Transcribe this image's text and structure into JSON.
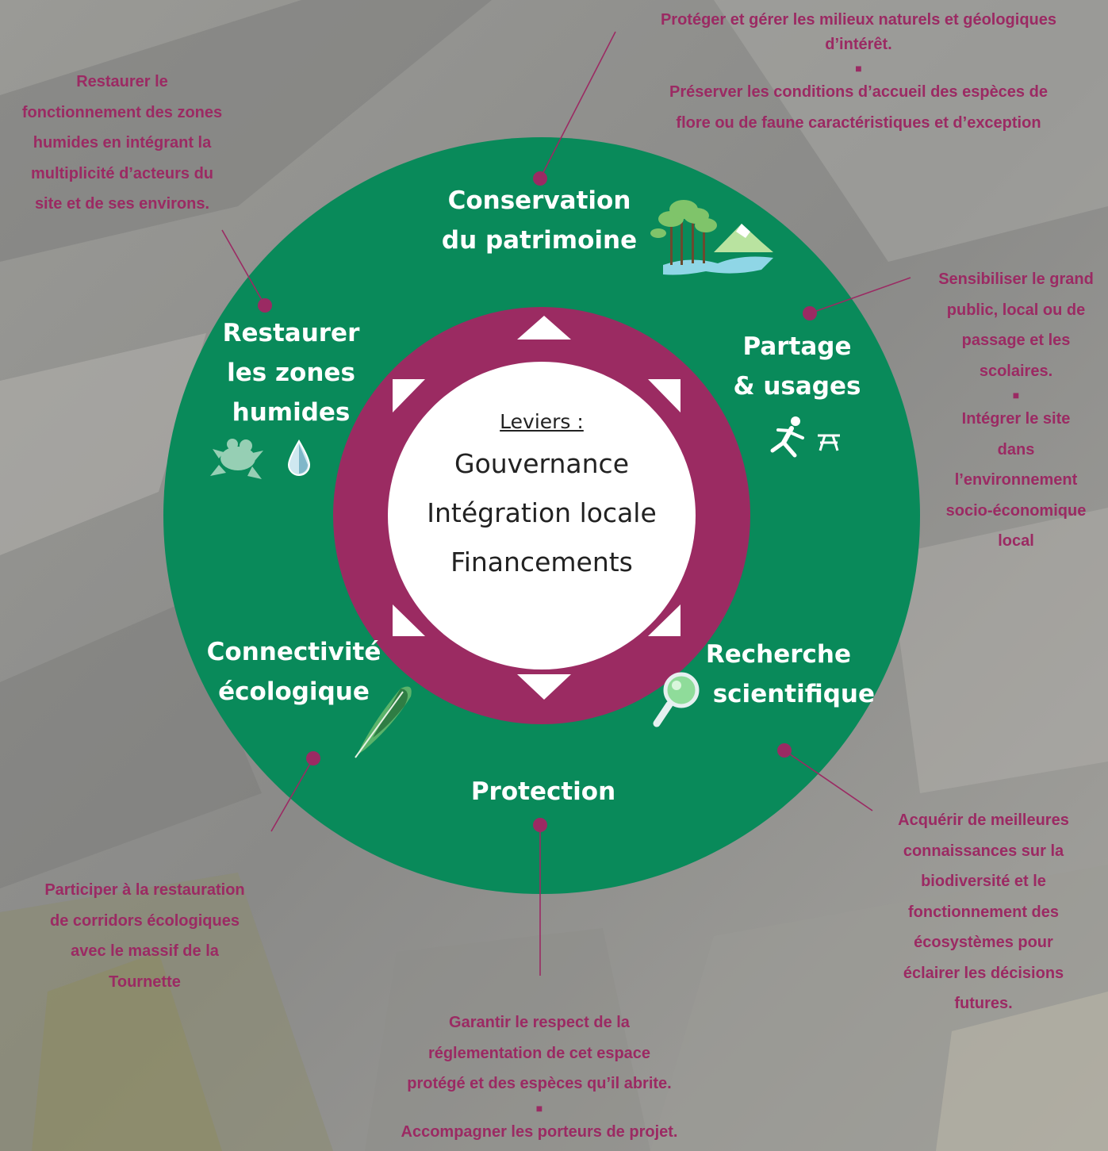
{
  "center": {
    "heading": "Leviers :",
    "items": [
      "Gouvernance",
      "Intégration locale",
      "Financements"
    ]
  },
  "segments": {
    "conservation": [
      "Conservation",
      "du patrimoine"
    ],
    "partage": [
      "Partage",
      "& usages"
    ],
    "recherche": [
      "Recherche",
      "scientifique"
    ],
    "protection": "Protection",
    "connectivite": [
      "Connectivité",
      "écologique"
    ],
    "restaurer": [
      "Restaurer",
      "les zones",
      "humides"
    ]
  },
  "notes": {
    "top_right": [
      "Protéger et gérer les milieux naturels et géologiques",
      "d’intérêt.",
      "Préserver les conditions d’accueil des espèces de",
      "flore ou de faune caractéristiques et d’exception"
    ],
    "top_left": [
      "Restaurer le",
      "fonctionnement des zones",
      "humides en intégrant la",
      "multiplicité d’acteurs du",
      "site et de ses environs."
    ],
    "right": [
      "Sensibiliser le grand",
      "public, local ou de",
      "passage et les",
      "scolaires.",
      "Intégrer le site",
      "dans",
      "l’environnement",
      "socio-économique",
      "local"
    ],
    "bottom_right": [
      "Acquérir de meilleures",
      "connaissances sur la",
      "biodiversité et le",
      "fonctionnement des",
      "écosystèmes pour",
      "éclairer les décisions",
      "futures."
    ],
    "bottom_left": [
      "Participer à la restauration",
      "de corridors écologiques",
      "avec le massif de la",
      "Tournette"
    ],
    "bottom": [
      "Garantir le respect de la",
      "réglementation de cet espace",
      "protégé et des espèces qu’il abrite.",
      "Accompagner les porteurs de projet."
    ],
    "separator": "■"
  },
  "colors": {
    "ring_green": "#098a5a",
    "inner_ring_magenta": "#9b2b62",
    "note_text": "#9b2a63",
    "center_fill": "#ffffff"
  },
  "icons": [
    "forest-landscape-icon",
    "runner-icon",
    "picnic-table-icon",
    "magnifier-icon",
    "frog-icon",
    "water-drop-icon",
    "feather-icon"
  ]
}
